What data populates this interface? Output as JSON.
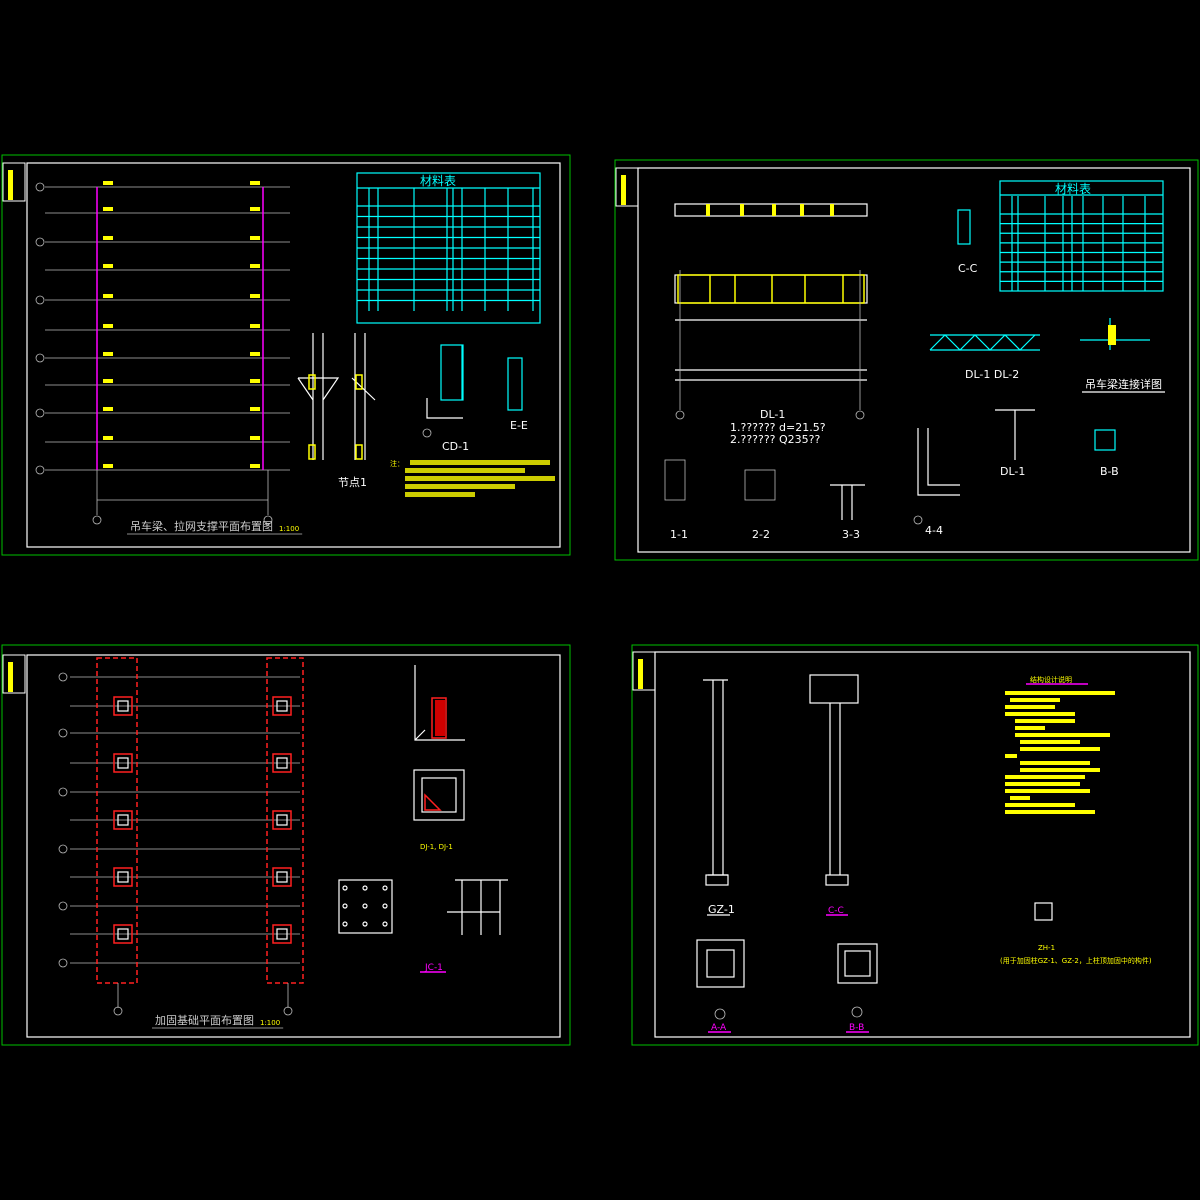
{
  "colors": {
    "background": "#000000",
    "frame": "#00c000",
    "line": "#ffffff",
    "accent_yellow": "#ffff00",
    "accent_cyan": "#00ffff",
    "accent_magenta": "#ff00ff",
    "accent_red": "#ff2020"
  },
  "sheet1": {
    "title": "吊车梁、拉网支撑平面布置图",
    "scale": "1:100",
    "table_title": "材料表",
    "detail_labels": [
      "节点1",
      "CD-1",
      "E-E"
    ],
    "notes_label": "注："
  },
  "sheet2": {
    "table_title": "材料表",
    "beam_label": "DL-1",
    "note_line_1": "1.?????? d=21.5?",
    "note_line_2": "2.?????? Q235??",
    "title": "吊车梁连接详图",
    "detail_labels": [
      "C-C",
      "DL-1 DL-2",
      "1-1",
      "2-2",
      "3-3",
      "4-4",
      "B-B"
    ]
  },
  "sheet3": {
    "title": "加固基础平面布置图",
    "scale": "1:100",
    "detail_title": "DJ-1, DJ-1",
    "pile_label": "JC-1"
  },
  "sheet4": {
    "title": "结构设计说明",
    "column_label": "GZ-1",
    "section_labels": [
      "C-C",
      "A-A",
      "B-B"
    ],
    "zh_label": "ZH-1",
    "zh_note": "(用于加固柱GZ-1、GZ-2，上柱顶加固中的构件)"
  }
}
